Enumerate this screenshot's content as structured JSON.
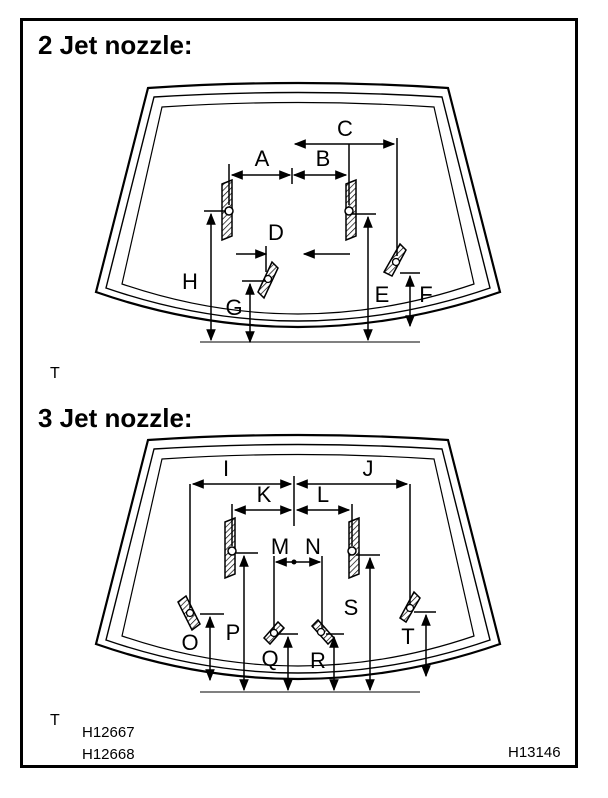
{
  "sections": {
    "two_jet": {
      "title": "2 Jet nozzle:",
      "mark": "T"
    },
    "three_jet": {
      "title": "3 Jet nozzle:",
      "mark": "T"
    }
  },
  "labels": {
    "A": "A",
    "B": "B",
    "C": "C",
    "D": "D",
    "E": "E",
    "F": "F",
    "G": "G",
    "H": "H",
    "I": "I",
    "J": "J",
    "K": "K",
    "L": "L",
    "M": "M",
    "N": "N",
    "O": "O",
    "P": "P",
    "Q": "Q",
    "R": "R",
    "S": "S",
    "T": "T"
  },
  "codes": {
    "first": "H12667",
    "second": "H12668",
    "third": "H13146"
  },
  "colors": {
    "line": "#000000",
    "background": "#ffffff"
  }
}
